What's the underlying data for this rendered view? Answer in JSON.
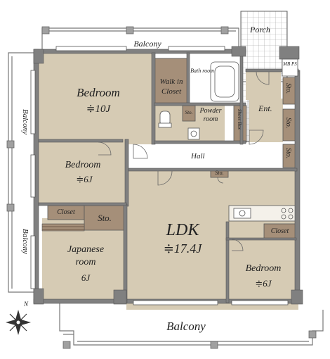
{
  "labels": {
    "balcony_top": "Balcony",
    "balcony_left_upper": "Balcony",
    "balcony_left_lower": "Balcony",
    "balcony_bottom": "Balcony",
    "porch": "Porch",
    "mb_ps": "MB PS",
    "bedroom_main": "Bedroom",
    "bedroom_main_size": "≑10J",
    "walk_in_closet": "Walk in Closet",
    "bath_room": "Bath room",
    "sto_small": "Sto.",
    "powder_room": "Powder room",
    "shoes_box": "Shoes Box",
    "ent": "Ent.",
    "sto_right_1": "Sto.",
    "sto_right_2": "Sto.",
    "sto_right_3": "Sto.",
    "bedroom_6_left": "Bedroom",
    "bedroom_6_left_size": "≑6J",
    "hall": "Hall",
    "sto_hall": "Sto.",
    "closet_left": "Closet",
    "sto_mid": "Sto.",
    "ldk": "LDK",
    "ldk_size": "≑17.4J",
    "closet_right": "Closet",
    "japanese_room": "Japanese room",
    "japanese_room_size": "6J",
    "bedroom_6_right": "Bedroom",
    "bedroom_6_right_size": "≑6J",
    "compass_n": "N"
  },
  "colors": {
    "floor": "#d6cbb4",
    "tan": "#a58f79",
    "wall": "#808080",
    "white": "#ffffff",
    "grid": "#8c8c8c",
    "line": "#555555"
  }
}
